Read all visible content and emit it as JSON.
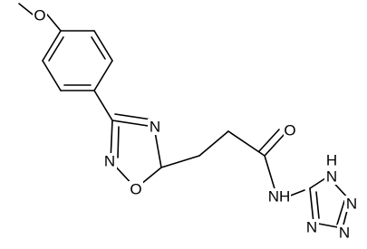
{
  "molecule": {
    "atoms": {
      "methoxy_O": "O",
      "oxadiazole_N4": "N",
      "oxadiazole_N2": "N",
      "oxadiazole_O1": "O",
      "carbonyl_O": "O",
      "amide_N": "NH",
      "tetrazole_N1": "N",
      "tetrazole_N1_H": "H",
      "tetrazole_N2": "N",
      "tetrazole_N3": "N",
      "tetrazole_N4": "N"
    },
    "colors": {
      "bond": "#000000",
      "label": "#000000",
      "background": "#ffffff"
    }
  }
}
